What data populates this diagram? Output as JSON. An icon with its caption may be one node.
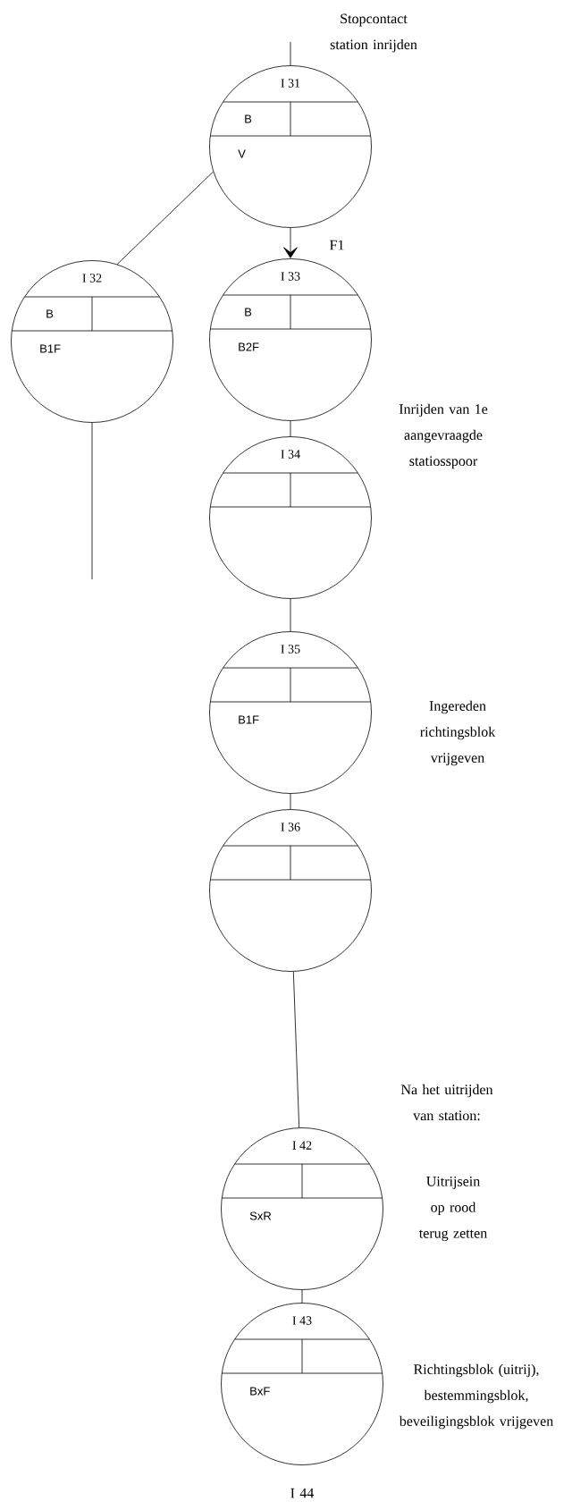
{
  "diagram": {
    "nodes": [
      {
        "text": [
          "I 31",
          "B",
          "V"
        ]
      },
      {
        "text": [
          "I 32",
          "B",
          "B1F"
        ]
      },
      {
        "text": [
          "I 33",
          "B",
          "B2F"
        ]
      },
      {
        "text": [
          "I 34"
        ]
      },
      {
        "text": [
          "I 35",
          "B1F"
        ]
      },
      {
        "text": [
          "I 36"
        ]
      },
      {
        "text": [
          "I 42",
          "SxR"
        ]
      },
      {
        "text": [
          "I 43",
          "BxF"
        ]
      }
    ],
    "edges": [
      {
        "from": null,
        "to": 0,
        "arrow": "none"
      },
      {
        "from": 0,
        "to": 1,
        "arrow": "none"
      },
      {
        "from": 0,
        "to": 2,
        "arrow": "to",
        "label": "F1"
      },
      {
        "from": 1,
        "to": null,
        "arrow": "none"
      },
      {
        "from": 2,
        "to": 3,
        "arrow": "none"
      },
      {
        "from": 3,
        "to": 4,
        "arrow": "none"
      },
      {
        "from": 4,
        "to": 5,
        "arrow": "none"
      },
      {
        "from": 5,
        "to": 6,
        "arrow": "none"
      },
      {
        "from": 6,
        "to": 7,
        "arrow": "none"
      }
    ],
    "labels": [
      "Stopcontact station inrijden",
      "Inrijden van 1e aangevraagde statiosspoor",
      "Ingereden richtingsblok vrijgeven",
      "Na het uitrijden van station:",
      "Uitrijsein op rood terug zetten",
      "Richtingsblok (uitrij), bestemmingsblok, beveiligingsblok vrijgeven",
      "I 44"
    ]
  }
}
